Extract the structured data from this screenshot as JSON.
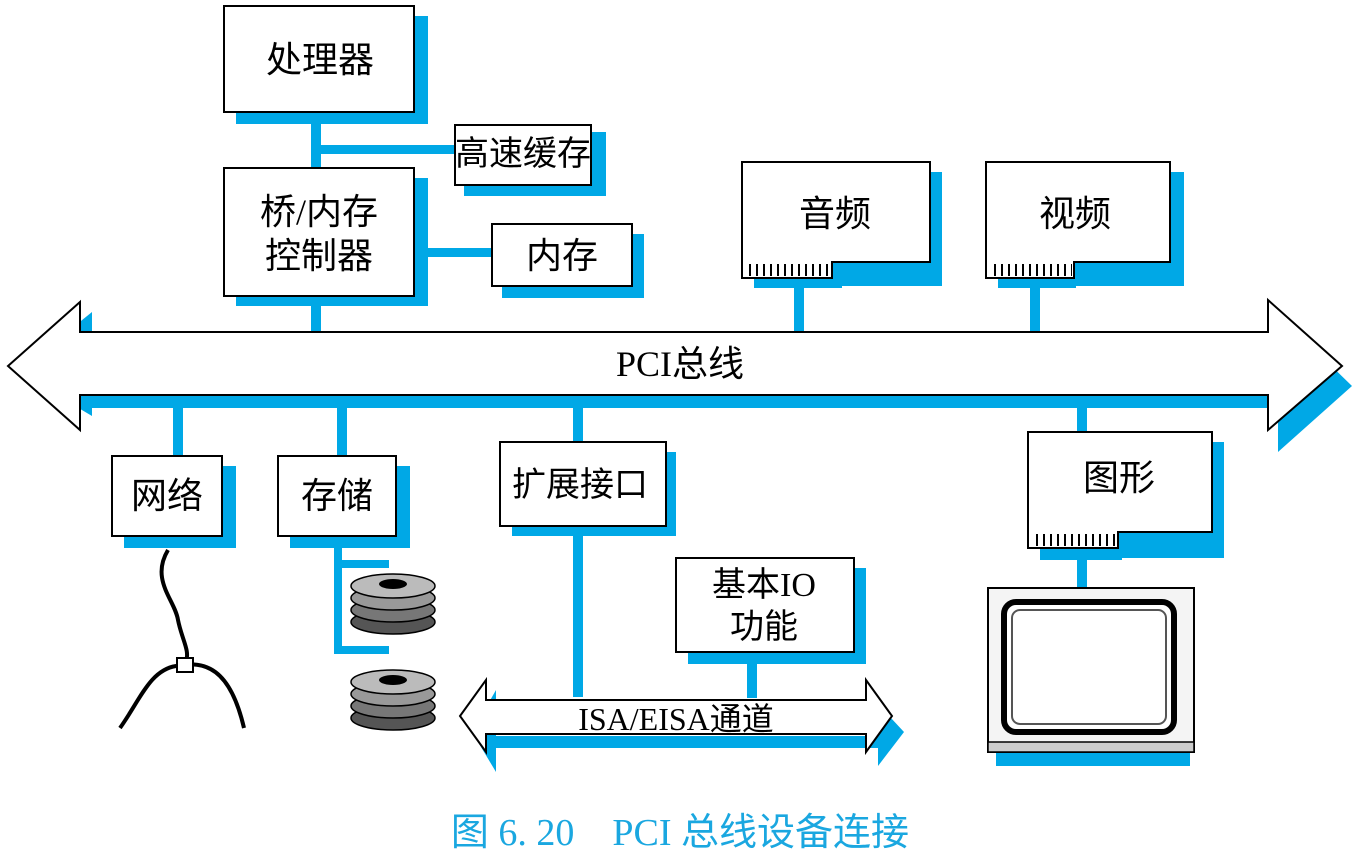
{
  "colors": {
    "accent": "#00a8e6",
    "box": "#ffffff",
    "line": "#000000",
    "caption": "#1aa7e0"
  },
  "labels": {
    "processor": "处理器",
    "cache": "高速缓存",
    "bridge_line1": "桥/内存",
    "bridge_line2": "控制器",
    "memory": "内存",
    "audio": "音频",
    "video": "视频",
    "pci_bus": "PCI总线",
    "network": "网络",
    "storage": "存储",
    "expansion": "扩展接口",
    "graphics": "图形",
    "basic_io_line1": "基本IO",
    "basic_io_line2": "功能",
    "isa_bus": "ISA/EISA通道"
  },
  "caption": "图 6. 20    PCI 总线设备连接",
  "icons": [
    "disk-stack-icon",
    "network-cable-icon",
    "monitor-icon",
    "card-edge-connector-icon"
  ]
}
